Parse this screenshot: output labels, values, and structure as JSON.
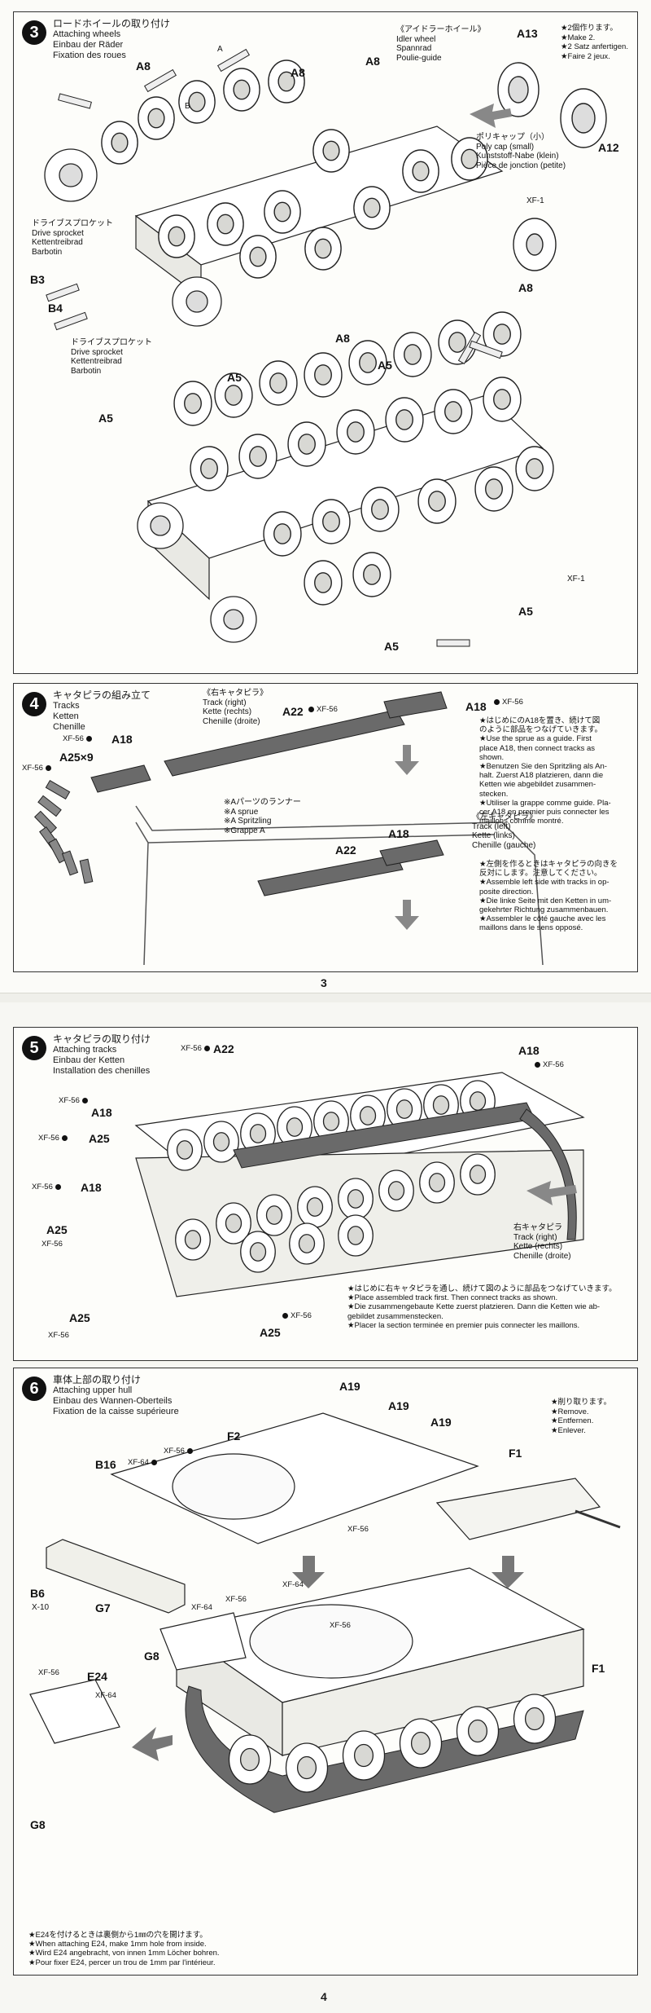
{
  "pages": {
    "top_number": "3",
    "bottom_number": "4"
  },
  "step3": {
    "number": "3",
    "title_jp": "ロードホイールの取り付け",
    "title_en": "Attaching wheels",
    "title_de": "Einbau der Räder",
    "title_fr": "Fixation des roues",
    "idler": {
      "jp": "《アイドラーホイール》",
      "en": "Idler wheel",
      "de": "Spannrad",
      "fr": "Poulie-guide"
    },
    "make2": {
      "jp": "★2個作ります。",
      "en": "★Make 2.",
      "de": "★2 Satz anfertigen.",
      "fr": "★Faire 2 jeux."
    },
    "polycap": {
      "jp": "ポリキャップ（小）",
      "en": "Poly cap (small)",
      "de": "Kunststoff-Nabe (klein)",
      "fr": "Pièce de jonction (petite)"
    },
    "sprocket1": {
      "jp": "ドライブスプロケット",
      "en": "Drive sprocket",
      "de": "Kettentreibrad",
      "fr": "Barbotin"
    },
    "sprocket2": {
      "jp": "ドライブスプロケット",
      "en": "Drive sprocket",
      "de": "Kettentreibrad",
      "fr": "Barbotin"
    },
    "labels": {
      "a13": "A13",
      "a12": "A12",
      "a8": "A8",
      "a5": "A5",
      "b3": "B3",
      "b4": "B4",
      "a": "A",
      "b": "B",
      "xf1": "XF-1"
    }
  },
  "step4": {
    "number": "4",
    "title_jp": "キャタピラの組み立て",
    "title_en": "Tracks",
    "title_de": "Ketten",
    "title_fr": "Chenille",
    "right_track": {
      "jp": "《右キャタピラ》",
      "en": "Track (right)",
      "de": "Kette (rechts)",
      "fr": "Chenille (droite)"
    },
    "left_track": {
      "jp": "《左キャタピラ》",
      "en": "Track (left)",
      "de": "Kette (links)",
      "fr": "Chenille (gauche)"
    },
    "sprue": {
      "jp": "※Aパーツのランナー",
      "en": "※A sprue",
      "de": "※A Spritzling",
      "fr": "※Grappe A"
    },
    "note_right": [
      "★はじめにのA18を置き、続けて図",
      "のように部品をつなげていきます。",
      "★Use the sprue as a guide. First",
      "place A18, then connect tracks as",
      "shown.",
      "★Benutzen Sie den Spritzling als An-",
      "halt. Zuerst A18 platzieren, dann die",
      "Ketten wie abgebildet zusammen-",
      "stecken.",
      "★Utiliser la grappe comme guide. Pla-",
      "cer A18 en premier puis connecter les",
      "maillons comme montré."
    ],
    "note_left": [
      "★左側を作るときはキャタピラの向きを",
      "反対にします。注意してください。",
      "★Assemble left side with tracks in op-",
      "posite direction.",
      "★Die linke Seite mit den Ketten in um-",
      "gekehrter Richtung zusammenbauen.",
      "★Assembler le côté gauche avec les",
      "maillons dans le sens opposé."
    ],
    "labels": {
      "a22": "A22",
      "a18": "A18",
      "a25x9": "A25×9",
      "xf56": "XF-56"
    }
  },
  "step5": {
    "number": "5",
    "title_jp": "キャタピラの取り付け",
    "title_en": "Attaching tracks",
    "title_de": "Einbau der Ketten",
    "title_fr": "Installation des chenilles",
    "right_track": {
      "jp": "右キャタピラ",
      "en": "Track (right)",
      "de": "Kette (rechts)",
      "fr": "Chenille (droite)"
    },
    "note": [
      "★はじめに右キャタピラを通し、続けて図のように部品をつなげていきます。",
      "★Place assembled track first. Then connect tracks as shown.",
      "★Die zusammengebaute Kette zuerst platzieren. Dann die Ketten wie ab-",
      "gebildet zusammenstecken.",
      "★Placer la section terminée en premier puis connecter les maillons."
    ],
    "labels": {
      "a22": "A22",
      "a18": "A18",
      "a25": "A25",
      "xf56": "XF-56"
    }
  },
  "step6": {
    "number": "6",
    "title_jp": "車体上部の取り付け",
    "title_en": "Attaching upper hull",
    "title_de": "Einbau des Wannen-Oberteils",
    "title_fr": "Fixation de la caisse supérieure",
    "remove": {
      "jp": "★削り取ります。",
      "en": "★Remove.",
      "de": "★Entfernen.",
      "fr": "★Enlever."
    },
    "note_e24": [
      "★E24を付けるときは裏側から1㎜の穴を開けます。",
      "★When attaching E24, make 1mm hole from inside.",
      "★Wird E24 angebracht, von innen 1mm Löcher bohren.",
      "★Pour fixer E24, percer un trou de 1mm par l'intérieur."
    ],
    "labels": {
      "a19": "A19",
      "f2": "F2",
      "f1": "F1",
      "b16": "B16",
      "b6": "B6",
      "g7": "G7",
      "g8": "G8",
      "e24": "E24",
      "xf56": "XF-56",
      "xf64": "XF-64",
      "x10": "X-10"
    }
  }
}
